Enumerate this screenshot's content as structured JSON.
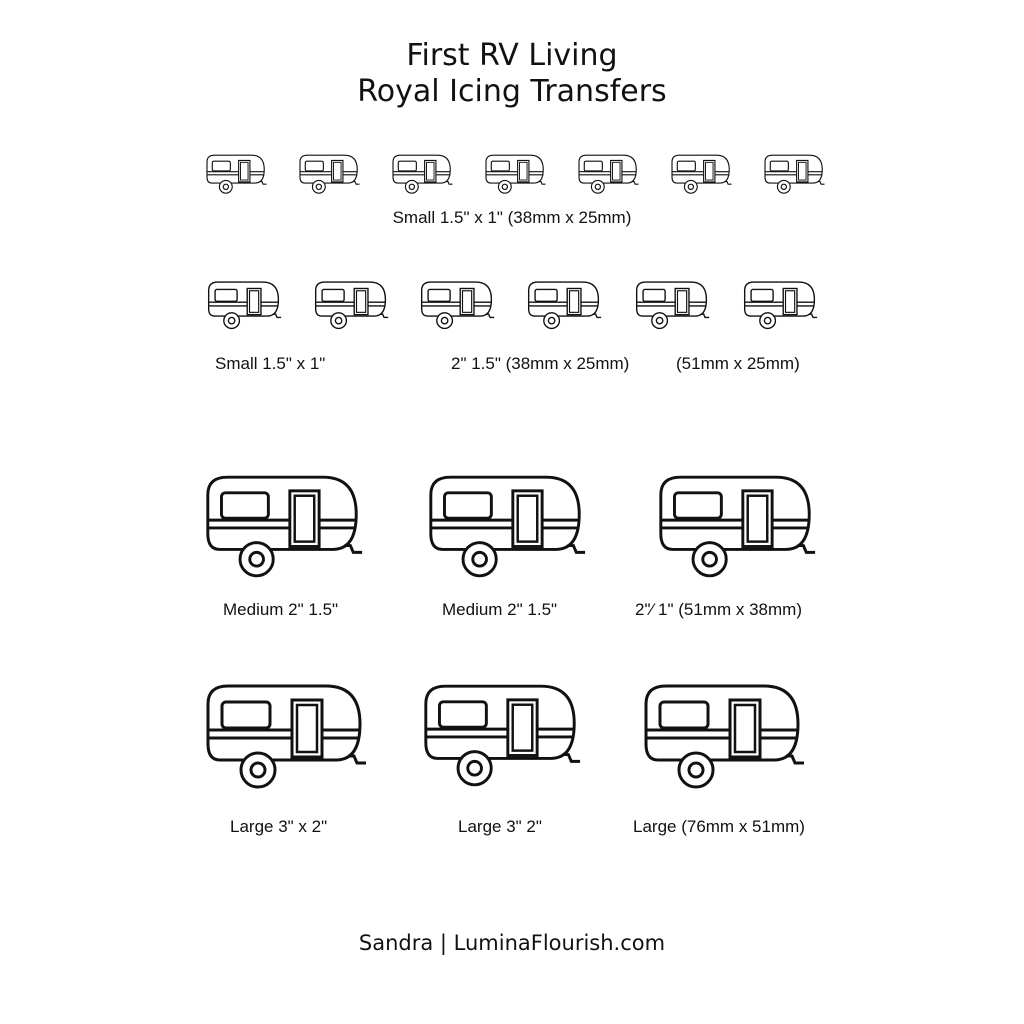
{
  "title": {
    "line1": "First RV Living",
    "line2": "Royal Icing Transfers"
  },
  "rows": [
    {
      "labels": [
        "Small 1.5\" x 1\" (38mm x 25mm)"
      ]
    },
    {
      "labels": [
        "Small 1.5\" x 1\"",
        "2\" 1.5\"  (38mm x 25mm)",
        "(51mm x 25mm)"
      ]
    },
    {
      "labels": [
        "Medium 2\" 1.5\"",
        "Medium 2\" 1.5\"",
        "2\"⁄ 1\" (51mm x 38mm)"
      ]
    },
    {
      "labels": [
        "Large 3\" x 2\"",
        "Large 3\" 2\"",
        "Large (76mm x 51mm)"
      ]
    }
  ],
  "footer": "Sandra | LuminaFlourish.com",
  "icon": "camper-trailer-icon",
  "colors": {
    "ink": "#111111",
    "background": "#ffffff"
  }
}
